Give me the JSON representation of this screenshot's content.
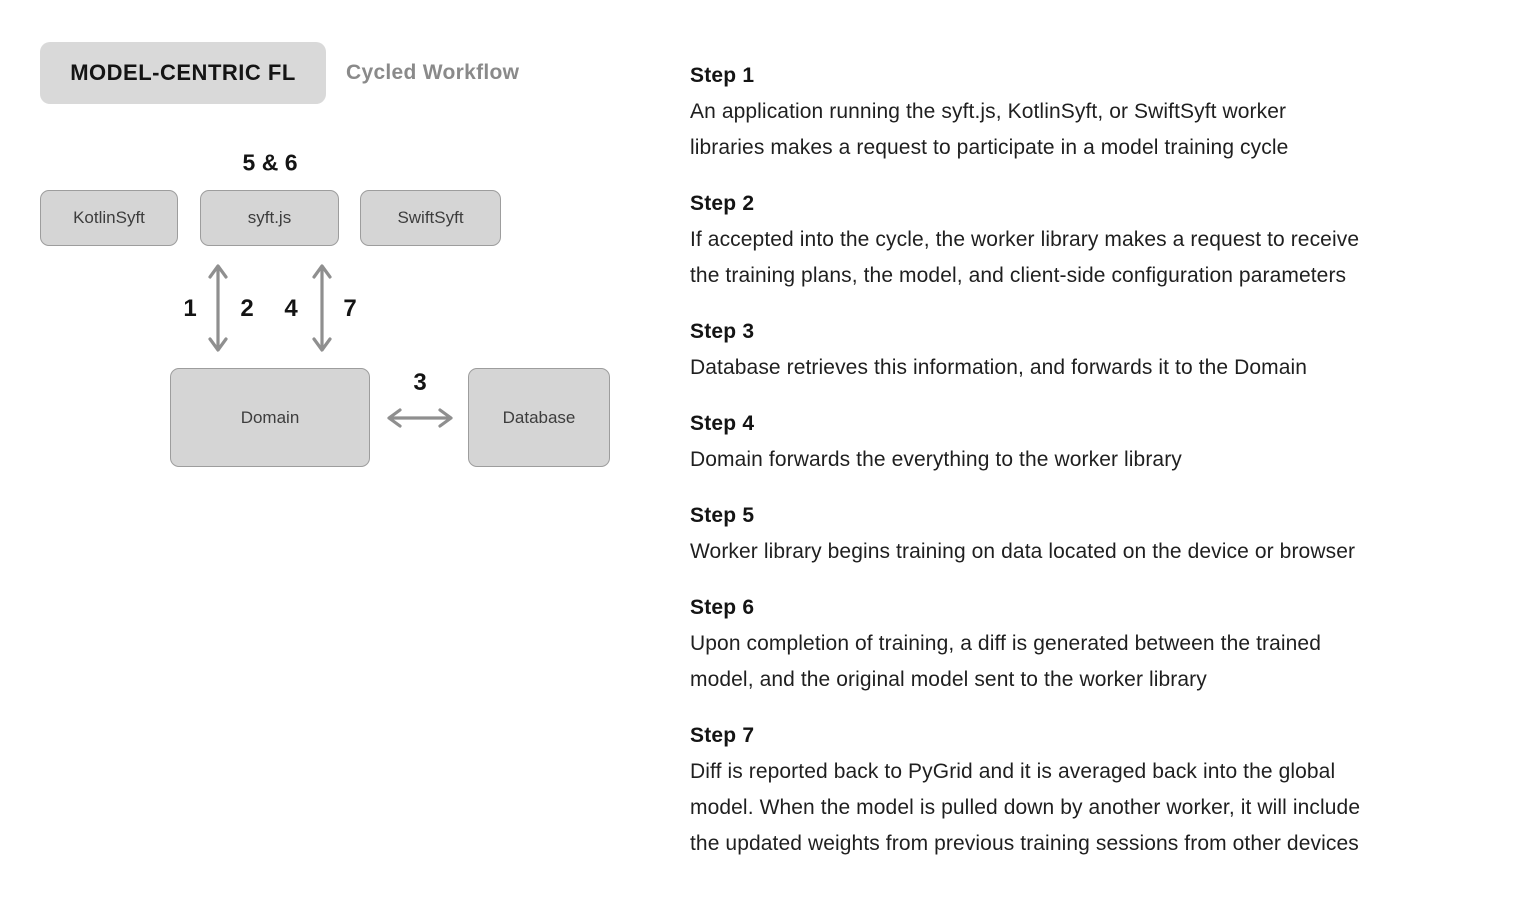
{
  "header": {
    "badge": "MODEL-CENTRIC FL",
    "subtitle": "Cycled Workflow"
  },
  "diagram": {
    "nodes": {
      "kotlinsyft": "KotlinSyft",
      "syftjs": "syft.js",
      "swiftsyft": "SwiftSyft",
      "domain": "Domain",
      "database": "Database"
    },
    "labels": {
      "pair": "5 & 6",
      "n1": "1",
      "n2": "2",
      "n3": "3",
      "n4": "4",
      "n7": "7"
    }
  },
  "steps": [
    {
      "title": "Step 1",
      "body": "An application running the syft.js, KotlinSyft, or SwiftSyft worker\nlibraries makes a request to participate in a model training cycle"
    },
    {
      "title": "Step 2",
      "body": "If accepted into the cycle, the worker library makes a request to receive\nthe training plans, the model, and client-side configuration parameters"
    },
    {
      "title": "Step 3",
      "body": "Database retrieves this information, and forwards it to the Domain"
    },
    {
      "title": "Step 4",
      "body": "Domain forwards the everything to the worker library"
    },
    {
      "title": "Step 5",
      "body": "Worker library begins training on data located on the device or browser"
    },
    {
      "title": "Step 6",
      "body": "Upon completion of training, a diff is generated between the trained\nmodel, and the original model sent to the worker library"
    },
    {
      "title": "Step 7",
      "body": "Diff is reported back to PyGrid and it is averaged back into the global\nmodel. When the model is pulled down by another worker, it will include\nthe updated weights from previous training sessions from other devices"
    }
  ],
  "colors": {
    "badge_bg": "#d9d9d9",
    "node_fill": "#d5d5d5",
    "node_border": "#9d9d9d",
    "arrow": "#8f8f8f",
    "heading_text": "#141414",
    "body_text": "#1f1f1f",
    "node_text": "#3d3d3d",
    "subtitle_text": "#8a8a8a"
  }
}
